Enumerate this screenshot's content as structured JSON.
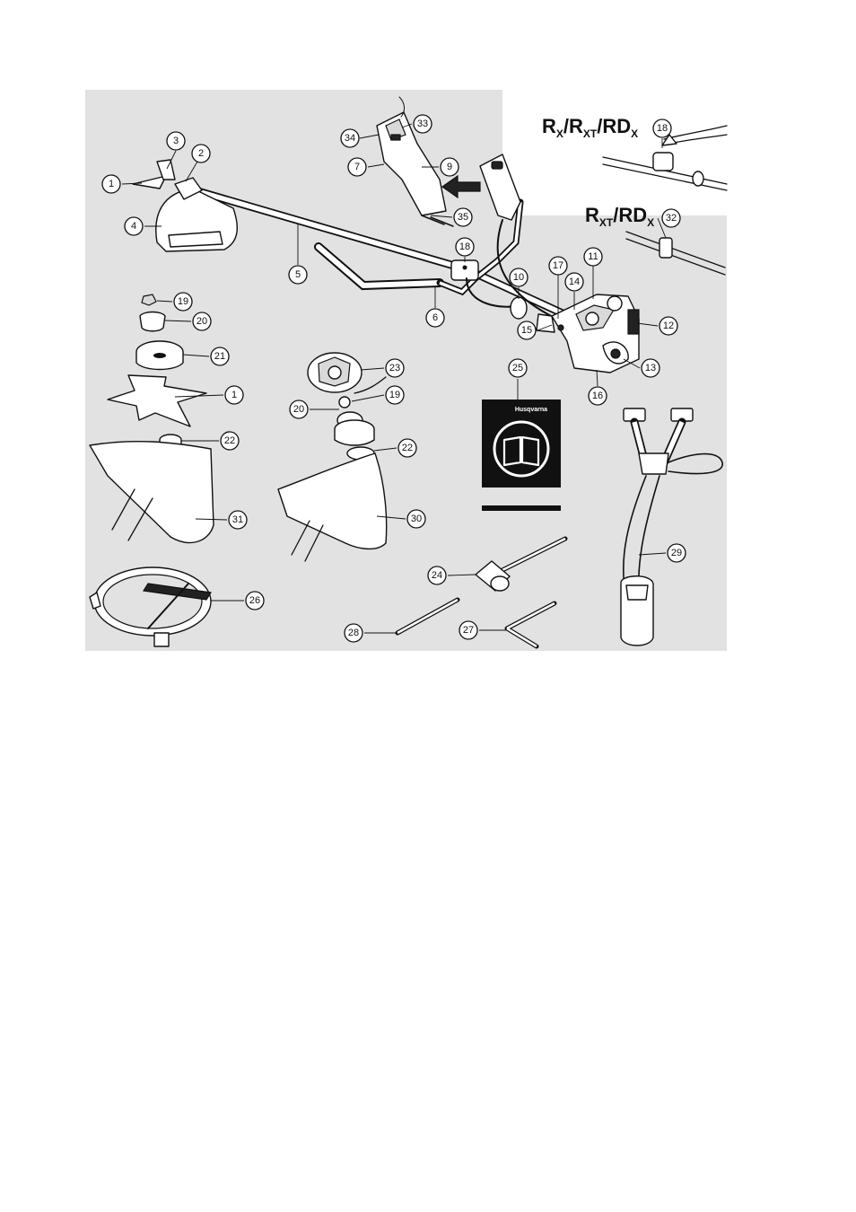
{
  "headings": {
    "variant_a": {
      "r1": "R",
      "s1": "X",
      "sep1": "/R",
      "s2": "XT",
      "sep2": "/RD",
      "s3": "X"
    },
    "variant_b": {
      "r1": "R",
      "s1": "XT",
      "sep1": "/RD",
      "s2": "X"
    }
  },
  "manual": {
    "brand": "Husqvarna"
  },
  "callouts": {
    "c1a": "1",
    "c2": "2",
    "c3": "3",
    "c4": "4",
    "c5": "5",
    "c6": "6",
    "c7": "7",
    "c9": "9",
    "c10": "10",
    "c11": "11",
    "c12": "12",
    "c13": "13",
    "c14": "14",
    "c15": "15",
    "c16": "16",
    "c17": "17",
    "c18a": "18",
    "c18b": "18",
    "c19a": "19",
    "c19b": "19",
    "c20a": "20",
    "c20b": "20",
    "c21": "21",
    "c1b": "1",
    "c22a": "22",
    "c22b": "22",
    "c23": "23",
    "c24": "24",
    "c25": "25",
    "c26": "26",
    "c27": "27",
    "c28": "28",
    "c29": "29",
    "c30": "30",
    "c31": "31",
    "c32": "32",
    "c33": "33",
    "c34": "34",
    "c35": "35"
  },
  "colors": {
    "ink": "#111111",
    "panel": "#e2e2e2",
    "manual_bg": "#111111"
  }
}
